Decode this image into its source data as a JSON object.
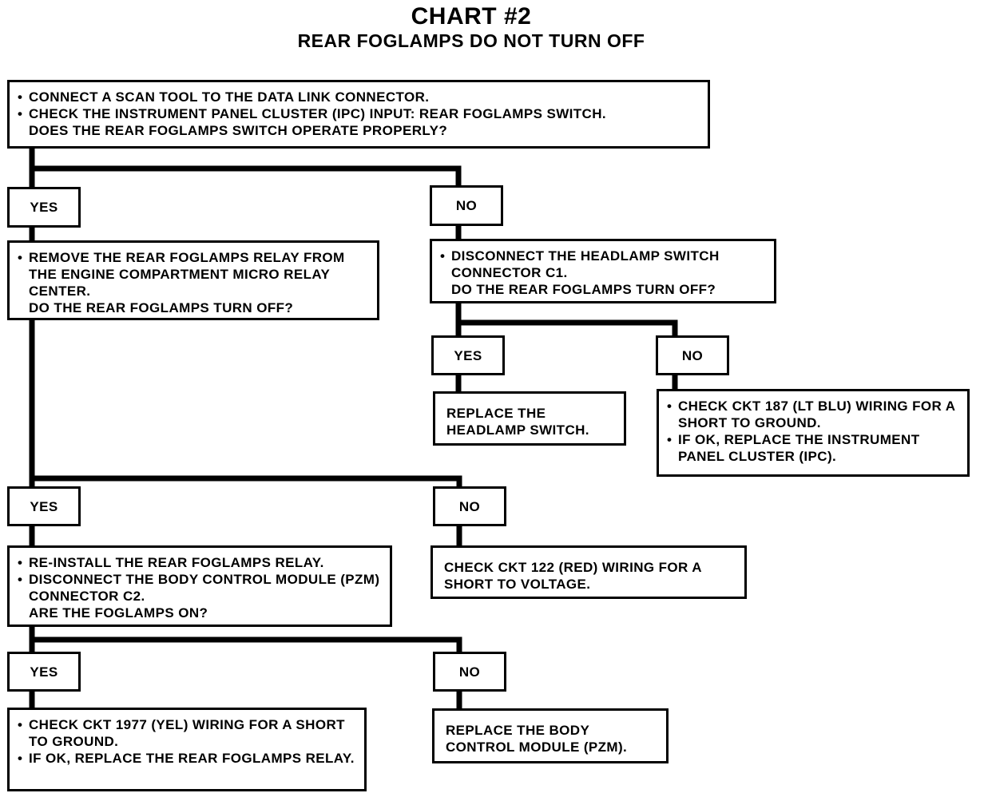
{
  "title": "CHART #2",
  "subtitle": "REAR FOGLAMPS DO NOT TURN OFF",
  "labels": {
    "yes": "YES",
    "no": "NO"
  },
  "nodes": {
    "step1": {
      "bullets": [
        "CONNECT A SCAN TOOL TO THE DATA LINK CONNECTOR.",
        "CHECK THE INSTRUMENT PANEL CLUSTER (IPC) INPUT: REAR FOGLAMPS SWITCH."
      ],
      "question": "DOES THE REAR FOGLAMPS SWITCH OPERATE PROPERLY?"
    },
    "step2_yes": {
      "bullets": [
        "REMOVE THE REAR FOGLAMPS RELAY FROM THE ENGINE COMPARTMENT MICRO RELAY CENTER."
      ],
      "question": "DO THE REAR FOGLAMPS TURN OFF?"
    },
    "step2_no": {
      "bullets": [
        "DISCONNECT THE HEADLAMP SWITCH CONNECTOR C1."
      ],
      "question": "DO THE REAR FOGLAMPS TURN OFF?"
    },
    "replace_headlamp_switch": "REPLACE THE HEADLAMP SWITCH.",
    "check_ckt187": {
      "bullets": [
        "CHECK CKT 187 (LT BLU) WIRING FOR A SHORT TO GROUND.",
        "IF OK, REPLACE THE INSTRUMENT PANEL CLUSTER (IPC)."
      ]
    },
    "step3_yes": {
      "bullets": [
        "RE-INSTALL THE REAR FOGLAMPS RELAY.",
        "DISCONNECT THE BODY CONTROL MODULE (PZM) CONNECTOR C2."
      ],
      "question": "ARE THE FOGLAMPS ON?"
    },
    "check_ckt122": "CHECK CKT 122 (RED) WIRING FOR A SHORT TO VOLTAGE.",
    "check_ckt1977": {
      "bullets": [
        "CHECK CKT 1977 (YEL) WIRING FOR A SHORT TO GROUND.",
        "IF OK, REPLACE THE REAR FOGLAMPS RELAY."
      ]
    },
    "replace_bcm": "REPLACE THE BODY CONTROL MODULE (PZM)."
  }
}
